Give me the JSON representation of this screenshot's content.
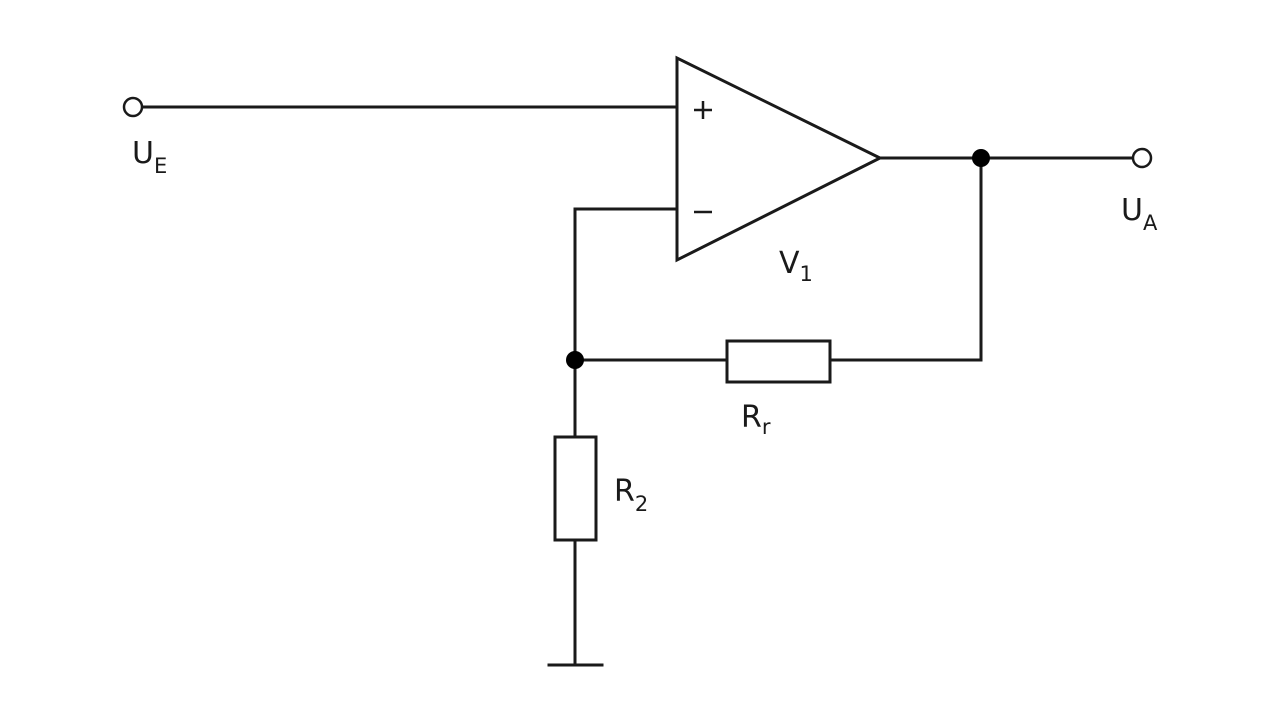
{
  "circuit": {
    "input": {
      "main": "U",
      "sub": "E"
    },
    "output": {
      "main": "U",
      "sub": "A"
    },
    "opamp": {
      "main": "V",
      "sub": "1"
    },
    "feedback_resistor": {
      "main": "R",
      "sub": "r"
    },
    "ground_resistor": {
      "main": "R",
      "sub": "2"
    }
  }
}
